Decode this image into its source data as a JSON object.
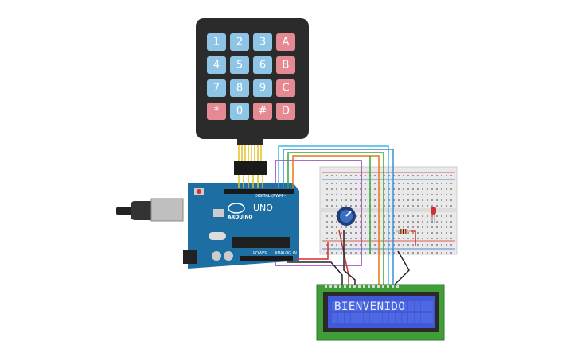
{
  "keypad": {
    "keys": [
      {
        "label": "1",
        "type": "num"
      },
      {
        "label": "2",
        "type": "num"
      },
      {
        "label": "3",
        "type": "num"
      },
      {
        "label": "A",
        "type": "letter"
      },
      {
        "label": "4",
        "type": "num"
      },
      {
        "label": "5",
        "type": "num"
      },
      {
        "label": "6",
        "type": "num"
      },
      {
        "label": "B",
        "type": "letter"
      },
      {
        "label": "7",
        "type": "num"
      },
      {
        "label": "8",
        "type": "num"
      },
      {
        "label": "9",
        "type": "num"
      },
      {
        "label": "C",
        "type": "letter"
      },
      {
        "label": "*",
        "type": "letter"
      },
      {
        "label": "0",
        "type": "num"
      },
      {
        "label": "#",
        "type": "letter"
      },
      {
        "label": "D",
        "type": "letter"
      }
    ],
    "colors": {
      "num": "#8ec5e6",
      "letter": "#e58a93",
      "body": "#2b2b2b"
    }
  },
  "arduino": {
    "model": "UNO",
    "brand": "ARDUINO",
    "digital_label": "DIGITAL (PWM~)",
    "power_label": "POWER",
    "analog_label": "ANALOG IN",
    "board_color": "#1d6fa3"
  },
  "lcd": {
    "text": "BIENVENIDO",
    "pcb_color": "#3f9e38",
    "screen_color": "#3f59d8"
  },
  "breadboard": {
    "color": "#e9e9e9"
  },
  "wire_colors": {
    "purple": "#8e3bb0",
    "blue": "#3a8fd9",
    "green": "#3aa33a",
    "orange": "#e07a1f",
    "red": "#d33030",
    "black": "#222222",
    "cyan": "#40b7e0",
    "yellow": "#e8c020"
  }
}
